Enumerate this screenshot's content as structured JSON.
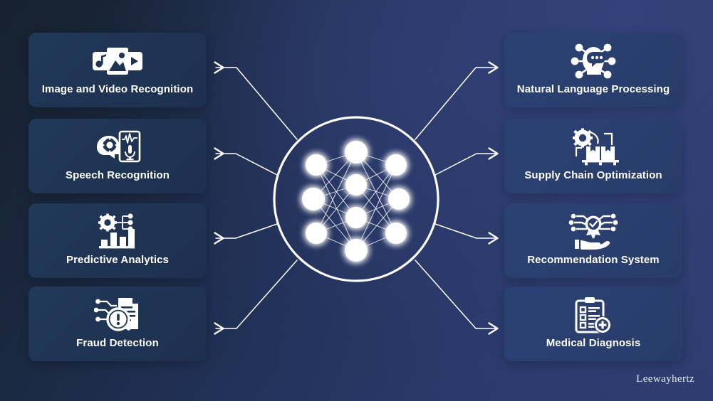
{
  "diagram": {
    "title": "AI Use Cases Diagram",
    "center": {
      "name": "neural-network-core",
      "layers": [
        3,
        4,
        3
      ],
      "node_count": 10,
      "circle_color": "#ffffff",
      "node_color": "#ffffff"
    },
    "colors": {
      "background_dark": "#16222f",
      "background_light": "#2e3d70",
      "card_left": "#1f3352",
      "card_right": "#2a3f6e",
      "text": "#ffffff",
      "arrow": "#ffffff"
    },
    "left_cards": [
      {
        "label": "Image and Video Recognition",
        "icon": "image-video-recognition-icon"
      },
      {
        "label": "Speech Recognition",
        "icon": "speech-recognition-icon"
      },
      {
        "label": "Predictive Analytics",
        "icon": "predictive-analytics-icon"
      },
      {
        "label": "Fraud Detection",
        "icon": "fraud-detection-icon"
      }
    ],
    "right_cards": [
      {
        "label": "Natural Language Processing",
        "icon": "natural-language-processing-icon"
      },
      {
        "label": "Supply Chain Optimization",
        "icon": "supply-chain-optimization-icon"
      },
      {
        "label": "Recommendation System",
        "icon": "recommendation-system-icon"
      },
      {
        "label": "Medical Diagnosis",
        "icon": "medical-diagnosis-icon"
      }
    ],
    "watermark": "Leewayhertz"
  }
}
